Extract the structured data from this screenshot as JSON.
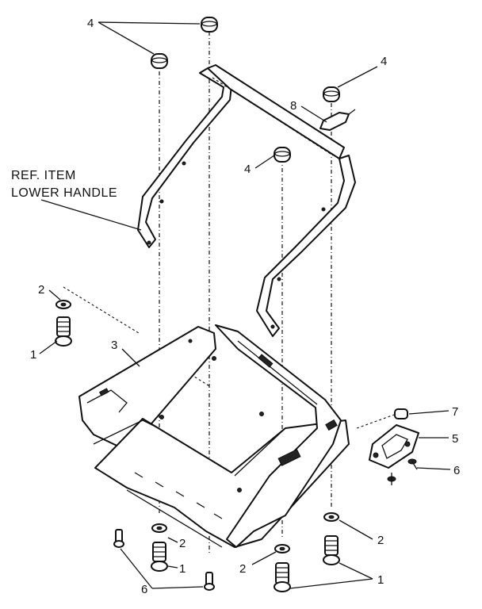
{
  "callouts": {
    "c4_top": "4",
    "c4_right": "4",
    "c4_mid": "4",
    "c8": "8",
    "c2_left": "2",
    "c1_left": "1",
    "c3": "3",
    "c7": "7",
    "c5": "5",
    "c6_right": "6",
    "c2_bottom_left": "2",
    "c1_bottom_left": "1",
    "c6_bottom": "6",
    "c2_bottom_mid": "2",
    "c2_bottom_right": "2",
    "c1_bottom_right": "1"
  },
  "reference": {
    "line1": "REF. ITEM",
    "line2": "LOWER HANDLE"
  }
}
